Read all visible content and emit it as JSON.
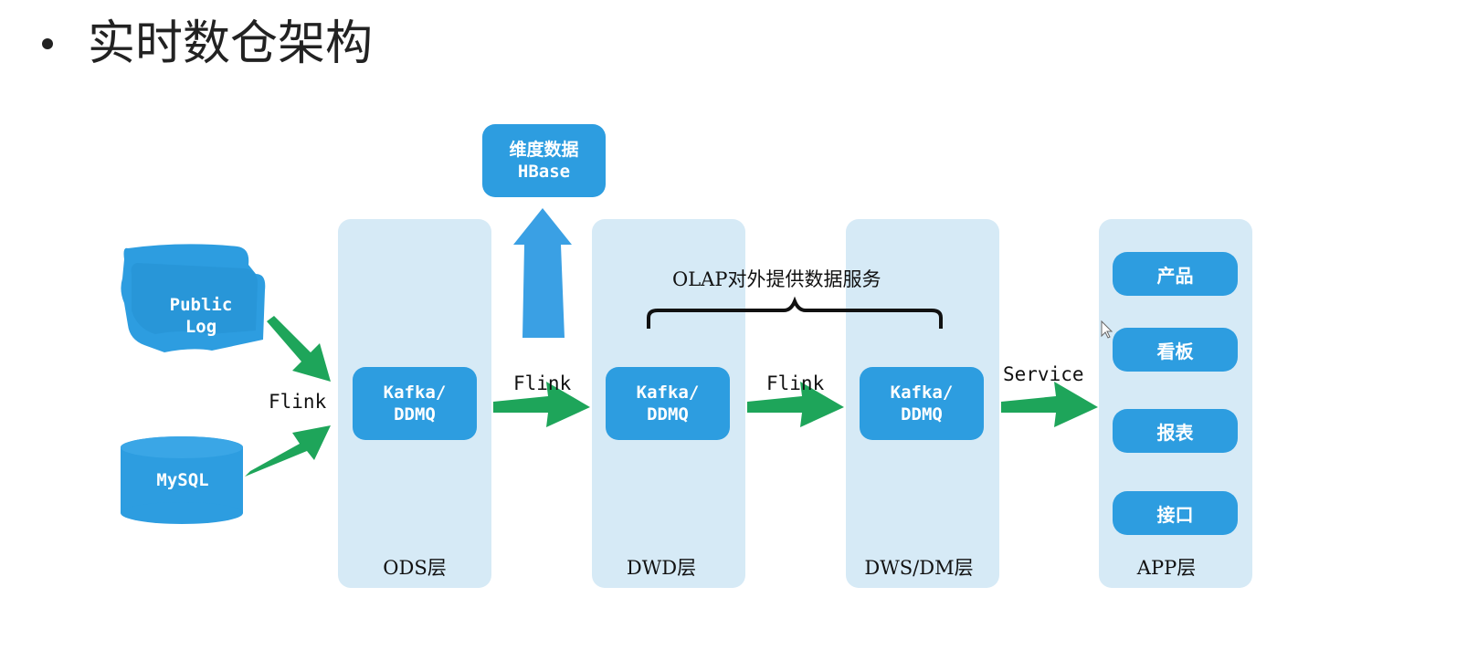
{
  "title": "实时数仓架构",
  "sources": {
    "public_log": "Public\nLog",
    "mysql": "MySQL"
  },
  "dimension": "维度数据\nHBase",
  "queues": {
    "ods": "Kafka/\nDDMQ",
    "dwd": "Kafka/\nDDMQ",
    "dws": "Kafka/\nDDMQ"
  },
  "layers": {
    "ods": "ODS层",
    "dwd": "DWD层",
    "dws": "DWS/DM层",
    "app": "APP层"
  },
  "edges": {
    "ingest": "Flink",
    "ods_to_dwd": "Flink",
    "dwd_to_dws": "Flink",
    "service": "Service"
  },
  "olap_label": "OLAP对外提供数据服务",
  "app_items": [
    "产品",
    "看板",
    "报表",
    "接口"
  ],
  "colors": {
    "panel": "#d6eaf6",
    "box": "#2d9de0",
    "arrow_green": "#1ea55a",
    "arrow_blue": "#3aa0e4"
  }
}
